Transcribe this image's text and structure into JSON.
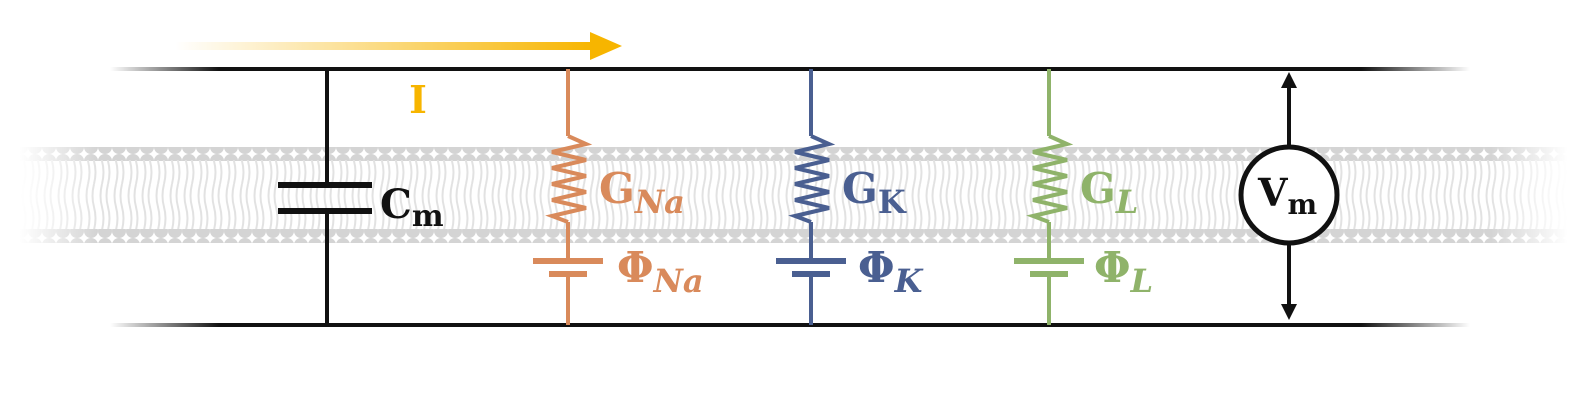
{
  "colors": {
    "wire": "#111111",
    "current": "#f7b500",
    "sodium": "#d98a5b",
    "potassium": "#4a5f91",
    "leak": "#8fb36a",
    "membrane": "#cfcfcf"
  },
  "current_label": "I",
  "capacitor": {
    "label": "C",
    "sub": "m"
  },
  "branches": [
    {
      "name": "sodium",
      "g_label": "G",
      "g_sub": "Na",
      "g_sub_italic": true,
      "phi_label": "Φ",
      "phi_sub": "Na"
    },
    {
      "name": "potassium",
      "g_label": "G",
      "g_sub": "K",
      "g_sub_italic": false,
      "phi_label": "Φ",
      "phi_sub": "K"
    },
    {
      "name": "leak",
      "g_label": "G",
      "g_sub": "L",
      "g_sub_italic": true,
      "phi_label": "Φ",
      "phi_sub": "L"
    }
  ],
  "voltmeter": {
    "label": "V",
    "sub": "m"
  }
}
